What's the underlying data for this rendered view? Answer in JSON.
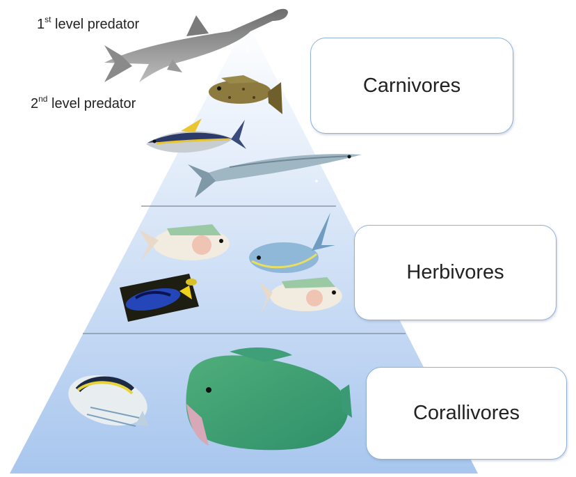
{
  "diagram": {
    "levels": [
      {
        "id": "carnivores",
        "label": "Carnivores"
      },
      {
        "id": "herbivores",
        "label": "Herbivores"
      },
      {
        "id": "corallivores",
        "label": "Corallivores"
      }
    ],
    "predator_labels": [
      {
        "number": "1",
        "suffix": "st",
        "text": " level predator"
      },
      {
        "number": "2",
        "suffix": "nd",
        "text": " level predator"
      }
    ],
    "colors": {
      "pyramid_top": "#ffffff",
      "pyramid_bottom": "#a8c6ee",
      "divider": "#7a8797",
      "box_border": "#8fb0d9"
    },
    "icons": [
      "hammerhead-shark-icon",
      "grouper-icon",
      "tuna-icon",
      "barracuda-icon",
      "parrotfish-icon",
      "yellowtail-fish-icon",
      "blue-tang-photo-icon",
      "butterflyfish-icon",
      "bumphead-parrotfish-icon"
    ]
  }
}
